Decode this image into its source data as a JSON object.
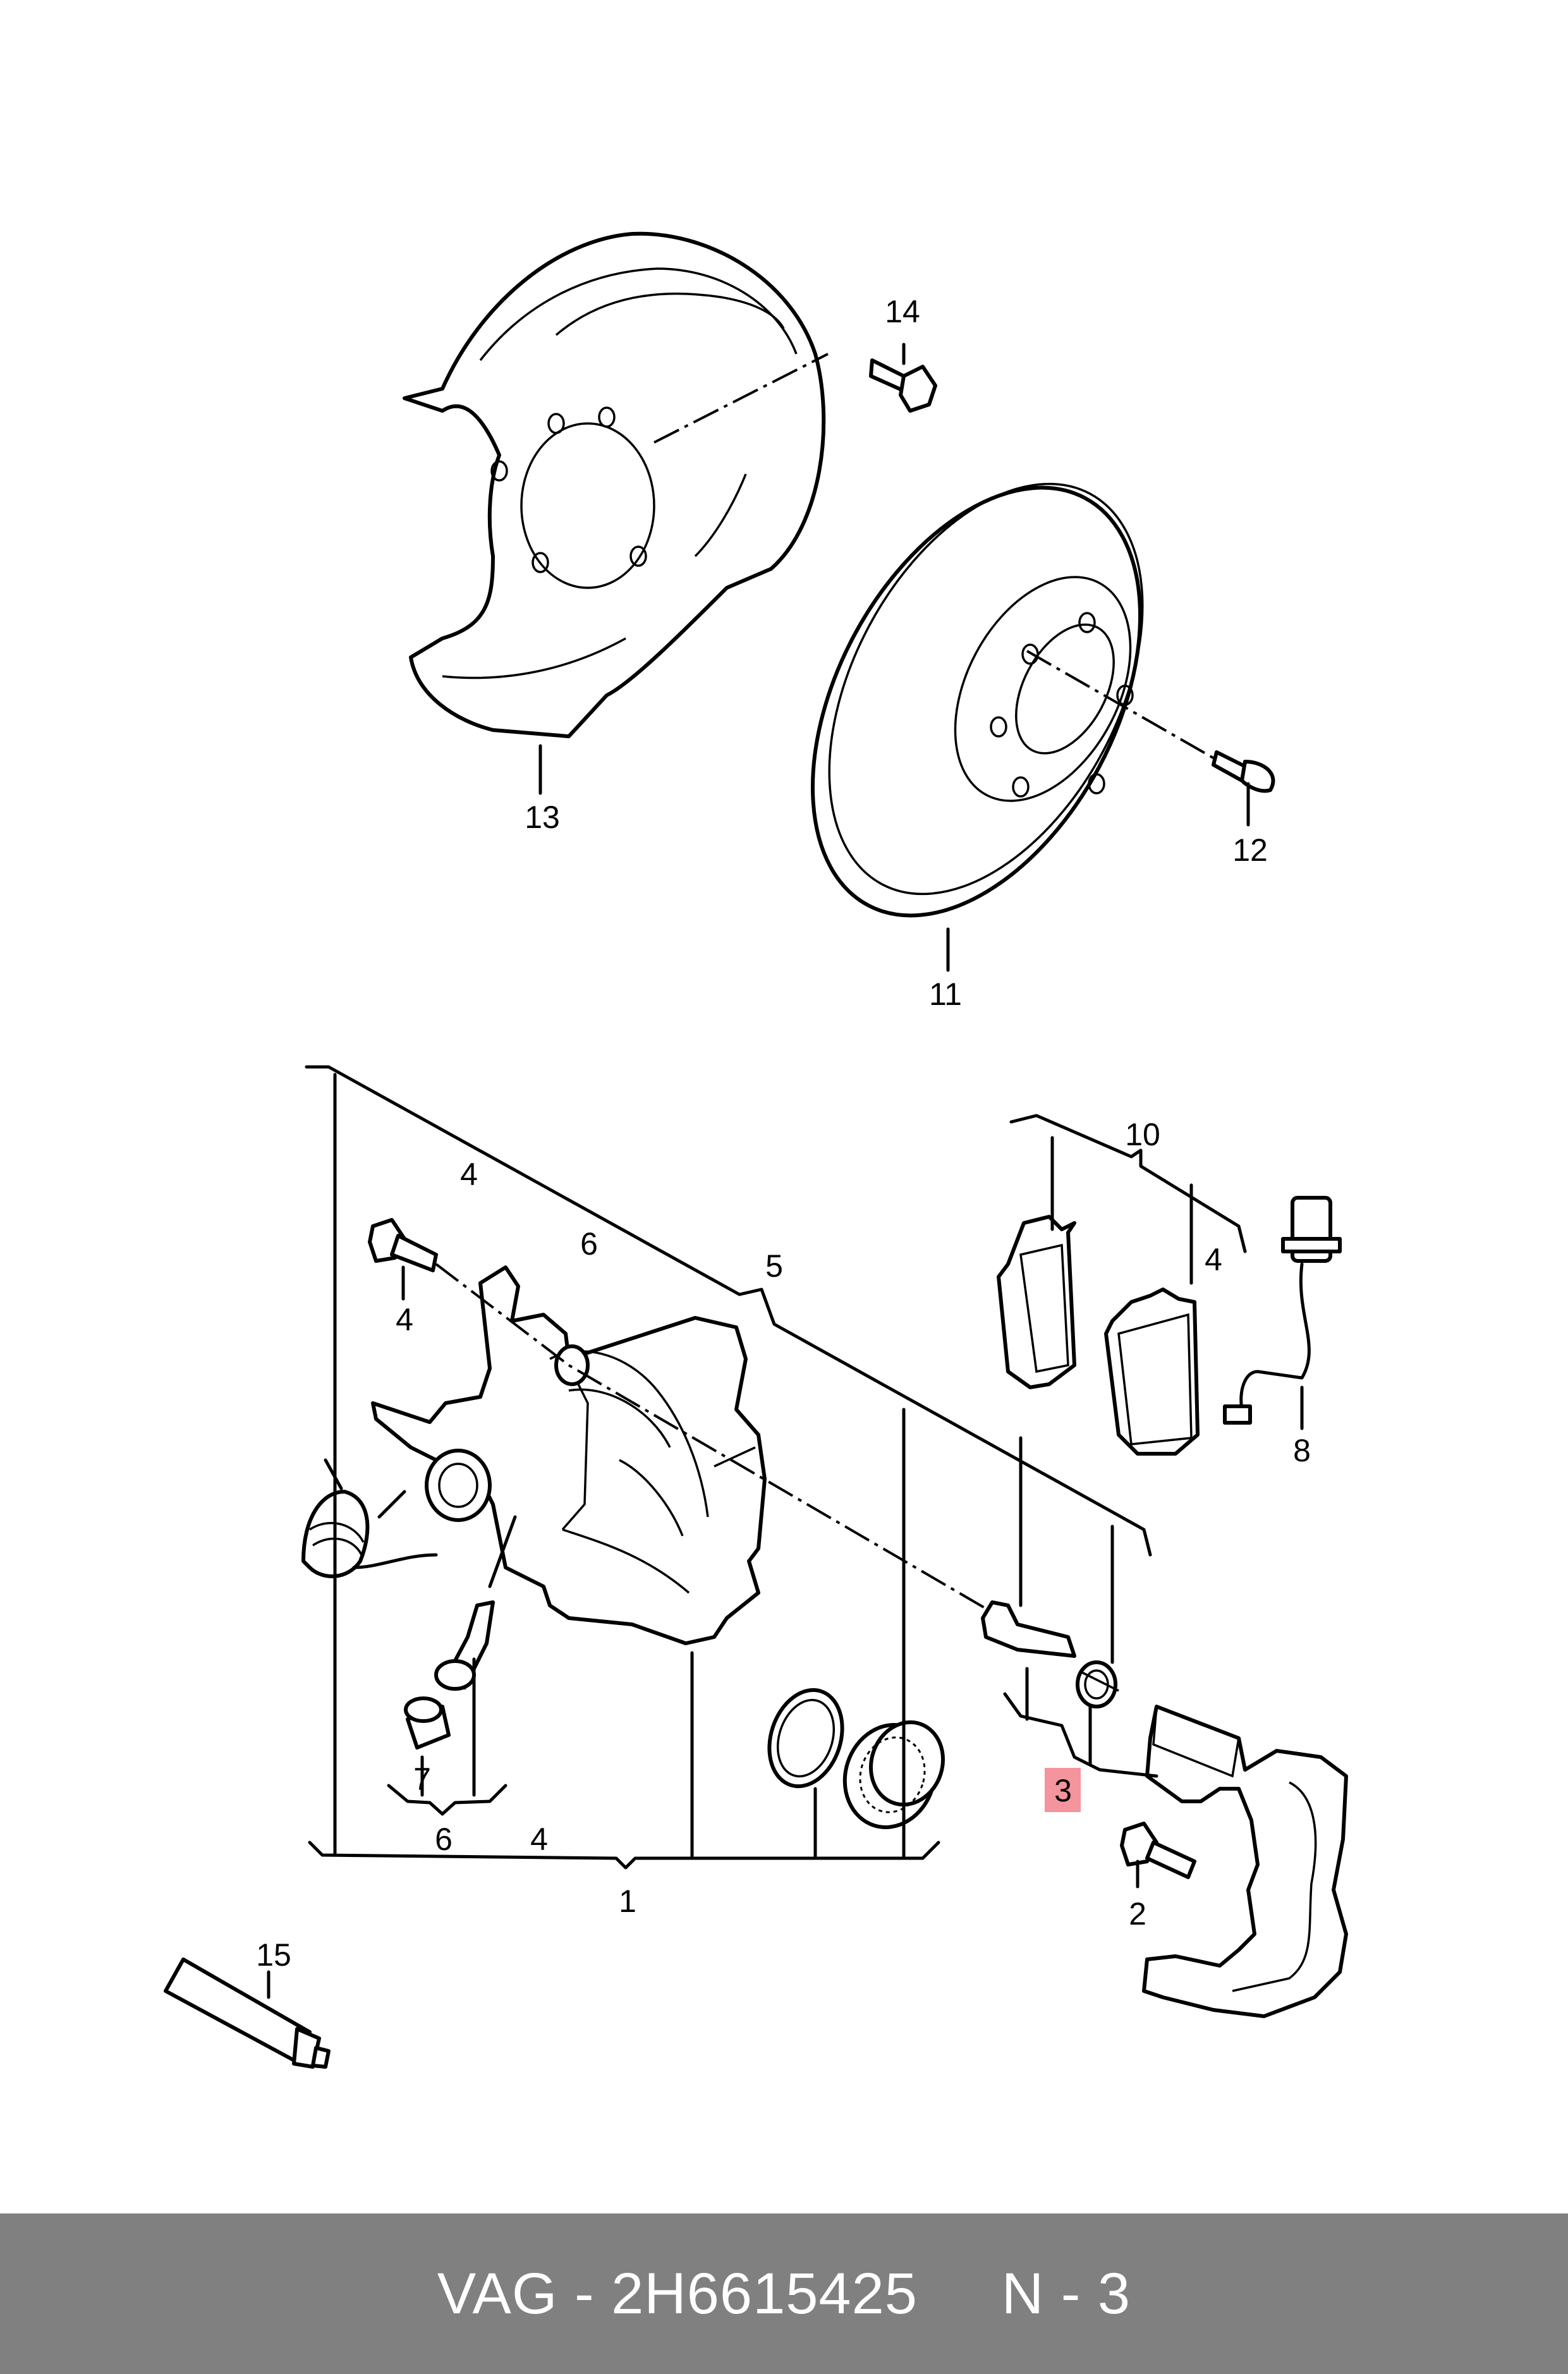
{
  "callouts": {
    "c1": "1",
    "c2": "2",
    "c3": "3",
    "c4a": "4",
    "c4b": "4",
    "c4c": "4",
    "c4d": "4",
    "c5": "5",
    "c6a": "6",
    "c6b": "6",
    "c7": "7",
    "c8": "8",
    "c10": "10",
    "c11": "11",
    "c12": "12",
    "c13": "13",
    "c14": "14",
    "c15": "15"
  },
  "highlight": {
    "color": "#f4949c",
    "label": "3"
  },
  "footer": {
    "text": "VAG - 2H6615425     N - 3"
  }
}
